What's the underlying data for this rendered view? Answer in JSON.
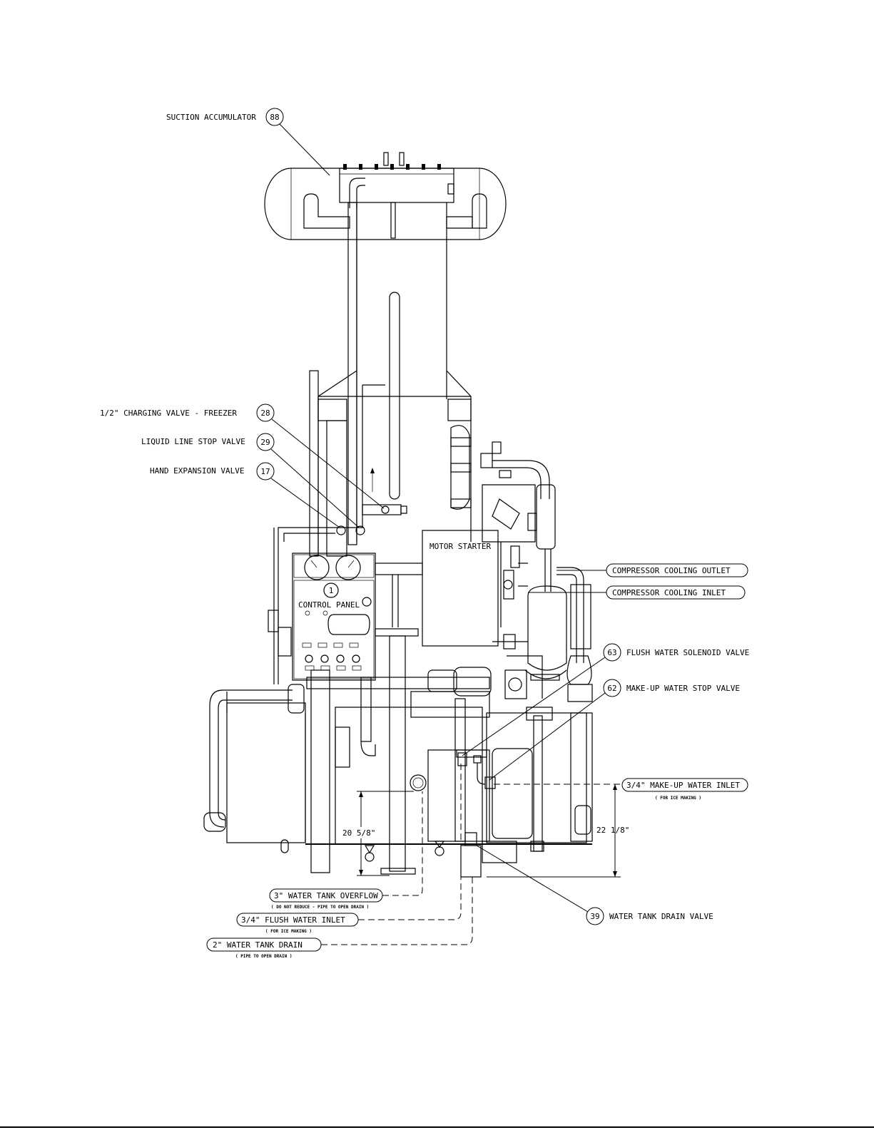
{
  "colors": {
    "ink": "#000000",
    "paper": "#ffffff"
  },
  "callouts": [
    {
      "id": "suction-accumulator",
      "number": "88",
      "label": "SUCTION ACCUMULATOR"
    },
    {
      "id": "charging-valve",
      "number": "28",
      "label": "1/2\" CHARGING VALVE - FREEZER"
    },
    {
      "id": "liquid-line-stop-valve",
      "number": "29",
      "label": "LIQUID LINE STOP VALVE"
    },
    {
      "id": "hand-expansion-valve",
      "number": "17",
      "label": "HAND EXPANSION VALVE"
    },
    {
      "id": "flush-water-solenoid-valve",
      "number": "63",
      "label": "FLUSH WATER SOLENOID VALVE"
    },
    {
      "id": "make-up-water-stop-valve",
      "number": "62",
      "label": "MAKE-UP WATER STOP VALVE"
    },
    {
      "id": "water-tank-drain-valve",
      "number": "39",
      "label": "WATER TANK DRAIN VALVE"
    }
  ],
  "control_panel": {
    "number": "1",
    "label": "CONTROL PANEL"
  },
  "motor_starter": {
    "label": "MOTOR STARTER"
  },
  "connections": [
    {
      "id": "compressor-cooling-outlet",
      "label": "COMPRESSOR COOLING OUTLET",
      "note": ""
    },
    {
      "id": "compressor-cooling-inlet",
      "label": "COMPRESSOR COOLING INLET",
      "note": ""
    },
    {
      "id": "make-up-water-inlet",
      "label": "3/4\" MAKE-UP WATER INLET",
      "note": "( FOR ICE MAKING )"
    },
    {
      "id": "water-tank-overflow",
      "label": "3\" WATER TANK OVERFLOW",
      "note": "( DO NOT REDUCE - PIPE TO OPEN DRAIN )"
    },
    {
      "id": "flush-water-inlet",
      "label": "3/4\" FLUSH WATER INLET",
      "note": "( FOR ICE MAKING )"
    },
    {
      "id": "water-tank-drain",
      "label": "2\" WATER TANK DRAIN",
      "note": "( PIPE TO OPEN DRAIN )"
    }
  ],
  "dimensions": [
    {
      "id": "overflow-height",
      "value": "20 5/8\""
    },
    {
      "id": "inlet-height",
      "value": "22 1/8\""
    }
  ]
}
